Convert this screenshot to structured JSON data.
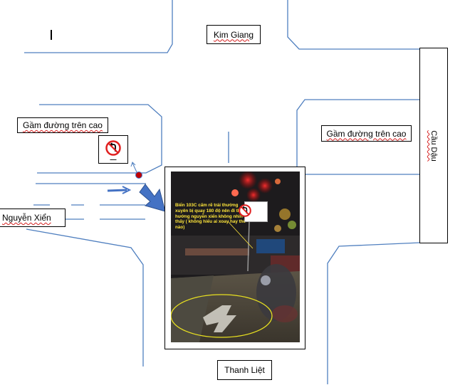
{
  "labels": {
    "kim_giang": "Kim Giang",
    "cau_dau": "Cầu Dậu",
    "gam_left": "Gầm đường trên cao",
    "gam_right": "Gầm đường trên cao",
    "nguyen_xien": "Nguyễn Xiển",
    "thanh_liet": "Thanh Liệt"
  },
  "photo": {
    "caption": "Biển 103C cấm rẽ trái thường xuyên bị quay 180 độ nên đi theo hướng nguyễn xiển không nhìn thấy ( không hiểu ai xoay hay thế nào)"
  },
  "colors": {
    "road_line": "#4f7fbf",
    "arrow_fill": "#4472c4",
    "arrow_stroke": "#2f528f",
    "marker_red": "#c00000",
    "sign_red": "#e02020",
    "highlight_ellipse": "#e8e020",
    "caption_text": "#ffe63a"
  },
  "icons": [
    "no-left-turn-sign-icon",
    "direction-arrow-icon",
    "location-marker-icon",
    "pointer-arrow-icon"
  ]
}
